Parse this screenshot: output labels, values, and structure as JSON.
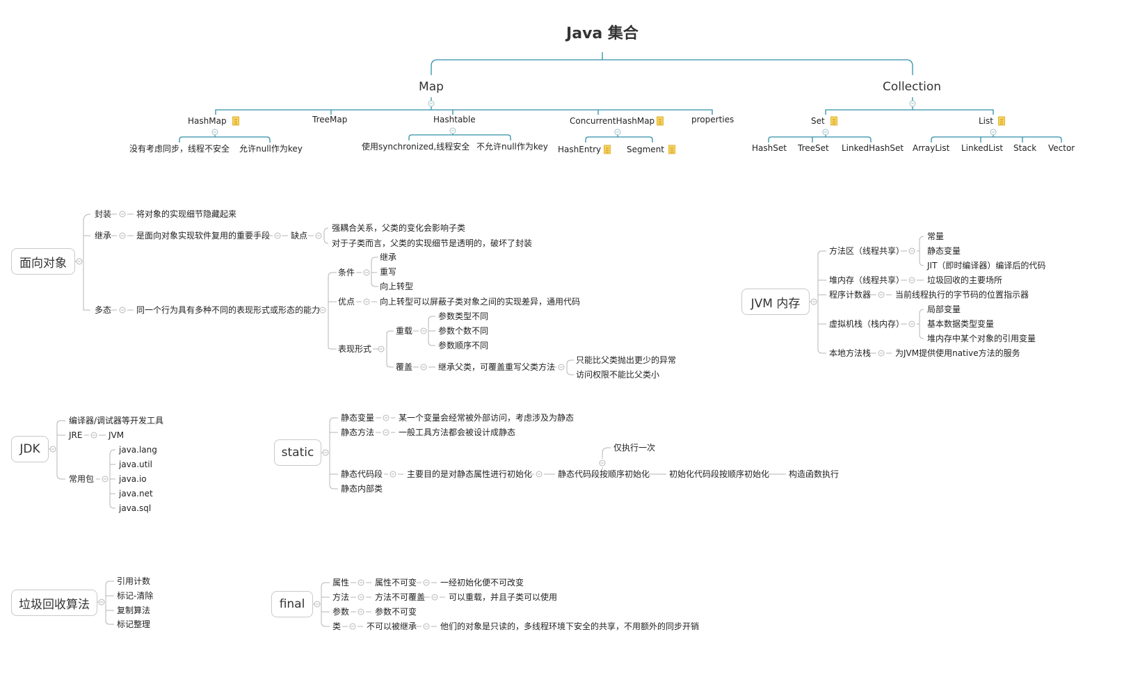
{
  "title": "Java 集合",
  "map": {
    "label": "Map",
    "hashmap": "HashMap",
    "hashmap_c1": "没有考虑同步，线程不安全",
    "hashmap_c2": "允许null作为key",
    "treemap": "TreeMap",
    "hashtable": "Hashtable",
    "hashtable_c1": "使用synchronized,线程安全",
    "hashtable_c2": "不允许null作为key",
    "chm": "ConcurrentHashMap",
    "chm_c1": "HashEntry",
    "chm_c2": "Segment",
    "properties": "properties"
  },
  "collection": {
    "label": "Collection",
    "set": "Set",
    "hashset": "HashSet",
    "treeset": "TreeSet",
    "linkedhashset": "LinkedHashSet",
    "list": "List",
    "arraylist": "ArrayList",
    "linkedlist": "LinkedList",
    "stack": "Stack",
    "vector": "Vector"
  },
  "oop": {
    "root": "面向对象",
    "encap": "封装",
    "encap_desc": "将对象的实现细节隐藏起来",
    "inherit": "继承",
    "inherit_desc": "是面向对象实现软件复用的重要手段",
    "inherit_cons": "缺点",
    "cons1": "强耦合关系，父类的变化会影响子类",
    "cons2": "对于子类而言，父类的实现细节是透明的，破坏了封装",
    "poly": "多态",
    "poly_desc": "同一个行为具有多种不同的表现形式或形态的能力",
    "cond": "条件",
    "cond1": "继承",
    "cond2": "重写",
    "cond3": "向上转型",
    "adv": "优点",
    "adv_desc": "向上转型可以屏蔽子类对象之间的实现差异，通用代码",
    "form": "表现形式",
    "overload": "重载",
    "ol1": "参数类型不同",
    "ol2": "参数个数不同",
    "ol3": "参数顺序不同",
    "override": "覆盖",
    "override_desc": "继承父类，可覆盖重写父类方法",
    "or1": "只能比父类抛出更少的异常",
    "or2": "访问权限不能比父类小"
  },
  "jvm": {
    "root": "JVM 内存",
    "method_area": "方法区（线程共享）",
    "ma1": "常量",
    "ma2": "静态变量",
    "ma3": "JIT（即时编译器）编译后的代码",
    "heap": "堆内存（线程共享）",
    "heap_desc": "垃圾回收的主要场所",
    "pc": "程序计数器",
    "pc_desc": "当前线程执行的字节码的位置指示器",
    "vm_stack": "虚拟机栈（栈内存）",
    "vs1": "局部变量",
    "vs2": "基本数据类型变量",
    "vs3": "堆内存中某个对象的引用变量",
    "native": "本地方法栈",
    "native_desc": "为JVM提供使用native方法的服务"
  },
  "jdk": {
    "root": "JDK",
    "tools": "编译器/调试器等开发工具",
    "jre": "JRE",
    "jvm": "JVM",
    "pkgs": "常用包",
    "p1": "java.lang",
    "p2": "java.util",
    "p3": "java.io",
    "p4": "java.net",
    "p5": "java.sql"
  },
  "static": {
    "root": "static",
    "var": "静态变量",
    "var_desc": "某一个变量会经常被外部访问，考虑涉及为静态",
    "method": "静态方法",
    "method_desc": "一般工具方法都会被设计成静态",
    "block": "静态代码段",
    "block_desc": "主要目的是对静态属性进行初始化",
    "block_order": "静态代码段按顺序初始化",
    "once": "仅执行一次",
    "init_order": "初始化代码段按顺序初始化",
    "ctor": "构造函数执行",
    "inner": "静态内部类"
  },
  "gc": {
    "root": "垃圾回收算法",
    "a1": "引用计数",
    "a2": "标记-清除",
    "a3": "复制算法",
    "a4": "标记整理"
  },
  "final": {
    "root": "final",
    "attr": "属性",
    "attr1": "属性不可变",
    "attr2": "一经初始化便不可改变",
    "method": "方法",
    "method1": "方法不可覆盖",
    "method2": "可以重载，并且子类可以使用",
    "param": "参数",
    "param1": "参数不可变",
    "cls": "类",
    "cls1": "不可以被继承",
    "cls2": "他们的对象是只读的，多线程环境下安全的共享，不用额外的同步开销"
  },
  "colors": {
    "top_line": "#2e8fa6",
    "branch_line": "#b5b5b5",
    "note_icon": "#f7d35b"
  }
}
